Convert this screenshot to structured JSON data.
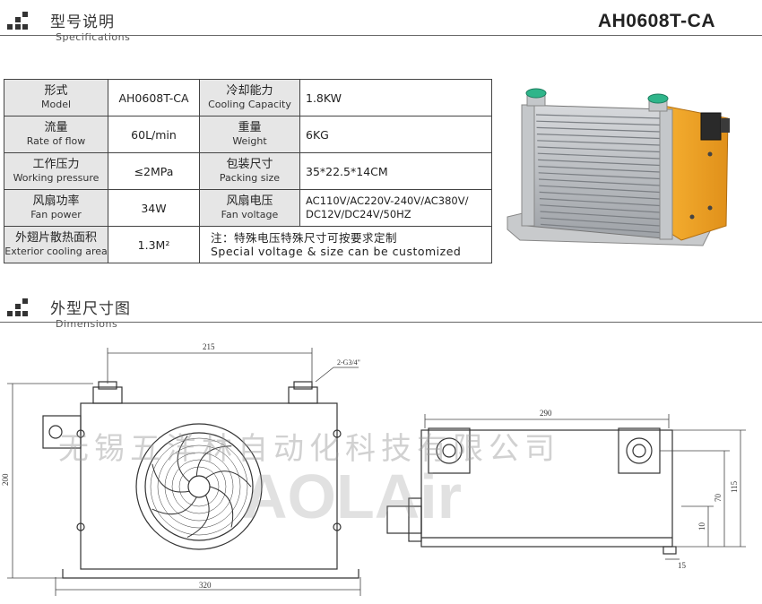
{
  "header": {
    "spec_title_cn": "型号说明",
    "spec_title_en": "Specifications",
    "model": "AH0608T-CA"
  },
  "table": {
    "rows": [
      {
        "l1_cn": "形式",
        "l1_en": "Model",
        "v1": "AH0608T-CA",
        "l2_cn": "冷却能力",
        "l2_en": "Cooling Capacity",
        "v2": "1.8KW"
      },
      {
        "l1_cn": "流量",
        "l1_en": "Rate of flow",
        "v1": "60L/min",
        "l2_cn": "重量",
        "l2_en": "Weight",
        "v2": "6KG"
      },
      {
        "l1_cn": "工作压力",
        "l1_en": "Working pressure",
        "v1": "≤2MPa",
        "l2_cn": "包装尺寸",
        "l2_en": "Packing size",
        "v2": "35*22.5*14CM"
      },
      {
        "l1_cn": "风扇功率",
        "l1_en": "Fan power",
        "v1": "34W",
        "l2_cn": "风扇电压",
        "l2_en": "Fan voltage",
        "v2a": "AC110V/AC220V-240V/AC380V/",
        "v2b": "DC12V/DC24V/50HZ"
      }
    ],
    "last_row": {
      "l1_cn": "外翅片散热面积",
      "l1_en": "Exterior cooling area",
      "v1": "1.3M²",
      "note_cn": "注：特殊电压特殊尺寸可按要求定制",
      "note_en": "Special voltage & size can be customized"
    }
  },
  "dimensions": {
    "title_cn": "外型尺寸图",
    "title_en": "Dimensions",
    "front": {
      "width_top": "215",
      "width_bottom": "320",
      "height": "200",
      "port": "2-G3/4\""
    },
    "side": {
      "length": "290",
      "h1": "115",
      "h2": "70",
      "h3": "10",
      "offset": "15"
    },
    "watermark_cn": "无锡五洋林自动化科技有限公司",
    "watermark_en": "AOLAir"
  },
  "colors": {
    "accent_orange": "#f0a020",
    "fin_gray": "#b9bcc0",
    "port_green": "#2fb58a",
    "rule": "#666666"
  }
}
